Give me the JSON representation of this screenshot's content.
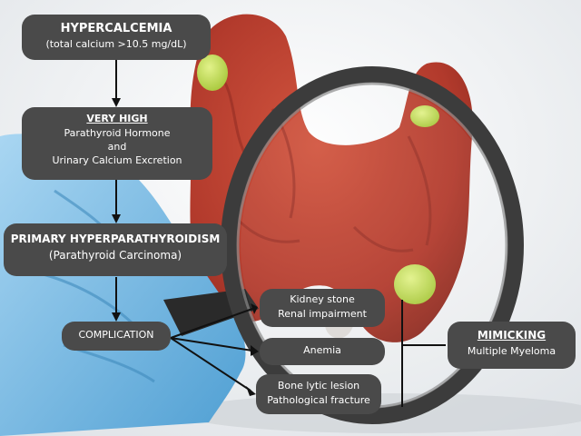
{
  "colors": {
    "box_bg": "#4a4a4a",
    "box_text": "#ffffff",
    "gland": "#b83a2e",
    "nodule": "#b9d84a",
    "glove": "#6fb6e0",
    "arrow": "#111111"
  },
  "background_image": {
    "depicts": [
      "thyroid-gland-model",
      "parathyroid-nodules",
      "magnifying-glass",
      "gloved-hand"
    ]
  },
  "hypercalcemia": {
    "title": "HYPERCALCEMIA",
    "detail": "(total calcium >10.5 mg/dL)"
  },
  "very_high": {
    "title": "VERY HIGH",
    "line1": "Parathyroid Hormone",
    "line2": "and",
    "line3": "Urinary Calcium Excretion"
  },
  "primary": {
    "title": "PRIMARY HYPERPARATHYROIDISM",
    "detail": "(Parathyroid Carcinoma)"
  },
  "complication": {
    "label": "COMPLICATION"
  },
  "outcomes": {
    "kidney": {
      "line1": "Kidney stone",
      "line2": "Renal impairment"
    },
    "anemia": {
      "line1": "Anemia"
    },
    "bone": {
      "line1": "Bone lytic lesion",
      "line2": "Pathological fracture"
    }
  },
  "mimicking": {
    "title": "MIMICKING",
    "detail": "Multiple Myeloma"
  }
}
